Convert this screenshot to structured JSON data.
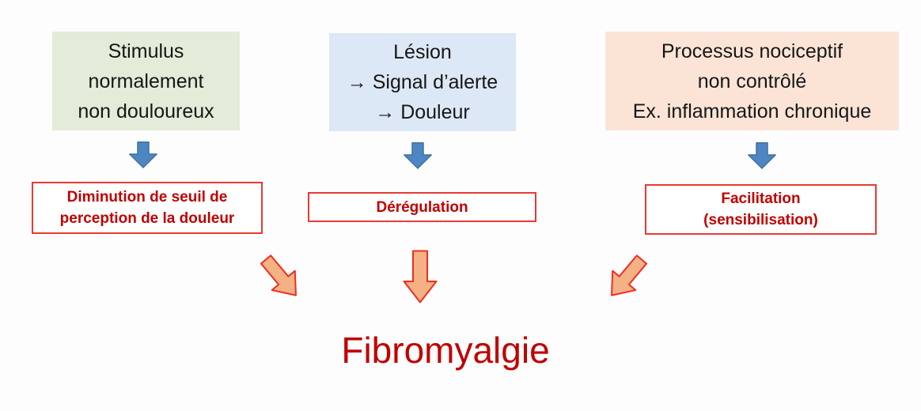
{
  "title": {
    "text": "Fibromyalgie",
    "color": "#c00000"
  },
  "columns": [
    {
      "source_box": {
        "lines": [
          "Stimulus",
          "normalement",
          "non douloureux"
        ],
        "bg_color": "#e3ecd9"
      },
      "mechanism_box": {
        "lines": [
          "Diminution de seuil de",
          "perception de la douleur"
        ]
      }
    },
    {
      "source_box": {
        "lines": [
          "Lésion",
          "→ Signal d’alerte",
          "→ Douleur"
        ],
        "bg_color": "#dce8f6"
      },
      "mechanism_box": {
        "lines": [
          "Dérégulation"
        ]
      }
    },
    {
      "source_box": {
        "lines": [
          "Processus nociceptif",
          "non contrôlé",
          "Ex. inflammation chronique"
        ],
        "bg_color": "#fbe4d6"
      },
      "mechanism_box": {
        "lines": [
          "Facilitation",
          "(sensibilisation)"
        ]
      }
    }
  ],
  "colors": {
    "mechanism_border": "#e83a35",
    "mechanism_text": "#c00000",
    "blue_arrow_fill": "#4e86c4",
    "blue_arrow_stroke": "#41719c",
    "orange_arrow_fill": "#f4b183",
    "orange_arrow_stroke": "#ee2d24",
    "background": "#fefdfd"
  }
}
